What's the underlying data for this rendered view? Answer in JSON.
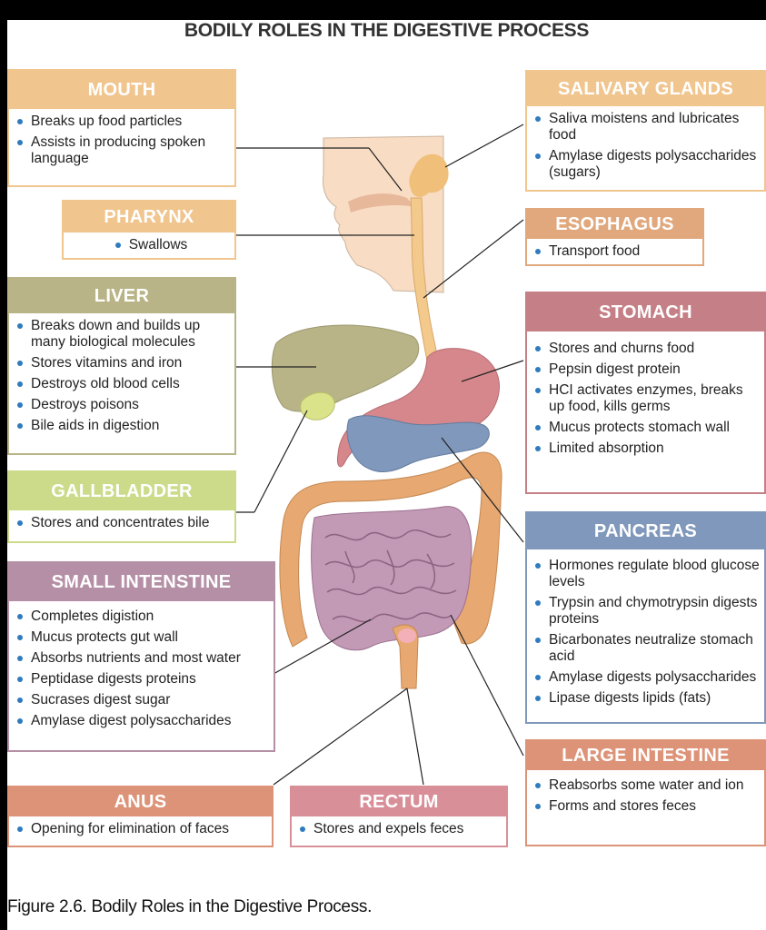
{
  "title": "BODILY ROLES IN THE DIGESTIVE PROCESS",
  "caption": "Figure 2.6. Bodily Roles in the Digestive Process.",
  "colors": {
    "mouth": "#f0c58e",
    "salivary": "#f0c58e",
    "pharynx": "#f0c58e",
    "esophagus": "#e0a87c",
    "liver": "#b9b487",
    "stomach": "#c57f86",
    "gallbladder": "#cbdb8a",
    "pancreas": "#7f98bb",
    "small_intestine": "#b58fa6",
    "large_intestine": "#dd9378",
    "anus": "#dd9378",
    "rectum": "#d98f98",
    "bullet": "#2e7bbf"
  },
  "boxes": {
    "mouth": {
      "header": "MOUTH",
      "items": [
        "Breaks up food particles",
        "Assists in producing spoken language"
      ]
    },
    "salivary": {
      "header": "SALIVARY GLANDS",
      "items": [
        "Saliva moistens and lubricates food",
        "Amylase digests polysaccharides (sugars)"
      ]
    },
    "pharynx": {
      "header": "PHARYNX",
      "items": [
        "Swallows"
      ]
    },
    "esophagus": {
      "header": "ESOPHAGUS",
      "items": [
        "Transport food"
      ]
    },
    "liver": {
      "header": "LIVER",
      "items": [
        "Breaks down and builds up many biological molecules",
        "Stores vitamins and iron",
        "Destroys old blood cells",
        "Destroys poisons",
        "Bile aids in digestion"
      ]
    },
    "stomach": {
      "header": "STOMACH",
      "items": [
        "Stores and churns food",
        "Pepsin digest protein",
        "HCI activates enzymes, breaks up food, kills germs",
        "Mucus protects stomach wall",
        "Limited absorption"
      ]
    },
    "gallbladder": {
      "header": "GALLBLADDER",
      "items": [
        "Stores and concentrates bile"
      ]
    },
    "pancreas": {
      "header": "PANCREAS",
      "items": [
        "Hormones regulate blood glucose levels",
        "Trypsin and chymotrypsin digests proteins",
        "Bicarbonates neutralize stomach acid",
        "Amylase digests polysaccharides",
        "Lipase digests lipids (fats)"
      ]
    },
    "small_intestine": {
      "header": "SMALL INTENSTINE",
      "items": [
        "Completes digistion",
        "Mucus protects gut wall",
        "Absorbs nutrients and most water",
        "Peptidase digests proteins",
        "Sucrases digest sugar",
        "Amylase digest polysaccharides"
      ]
    },
    "large_intestine": {
      "header": "LARGE INTESTINE",
      "items": [
        "Reabsorbs some water and ion",
        "Forms and stores feces"
      ]
    },
    "anus": {
      "header": "ANUS",
      "items": [
        "Opening for elimination of faces"
      ]
    },
    "rectum": {
      "header": "RECTUM",
      "items": [
        "Stores and expels feces"
      ]
    }
  }
}
